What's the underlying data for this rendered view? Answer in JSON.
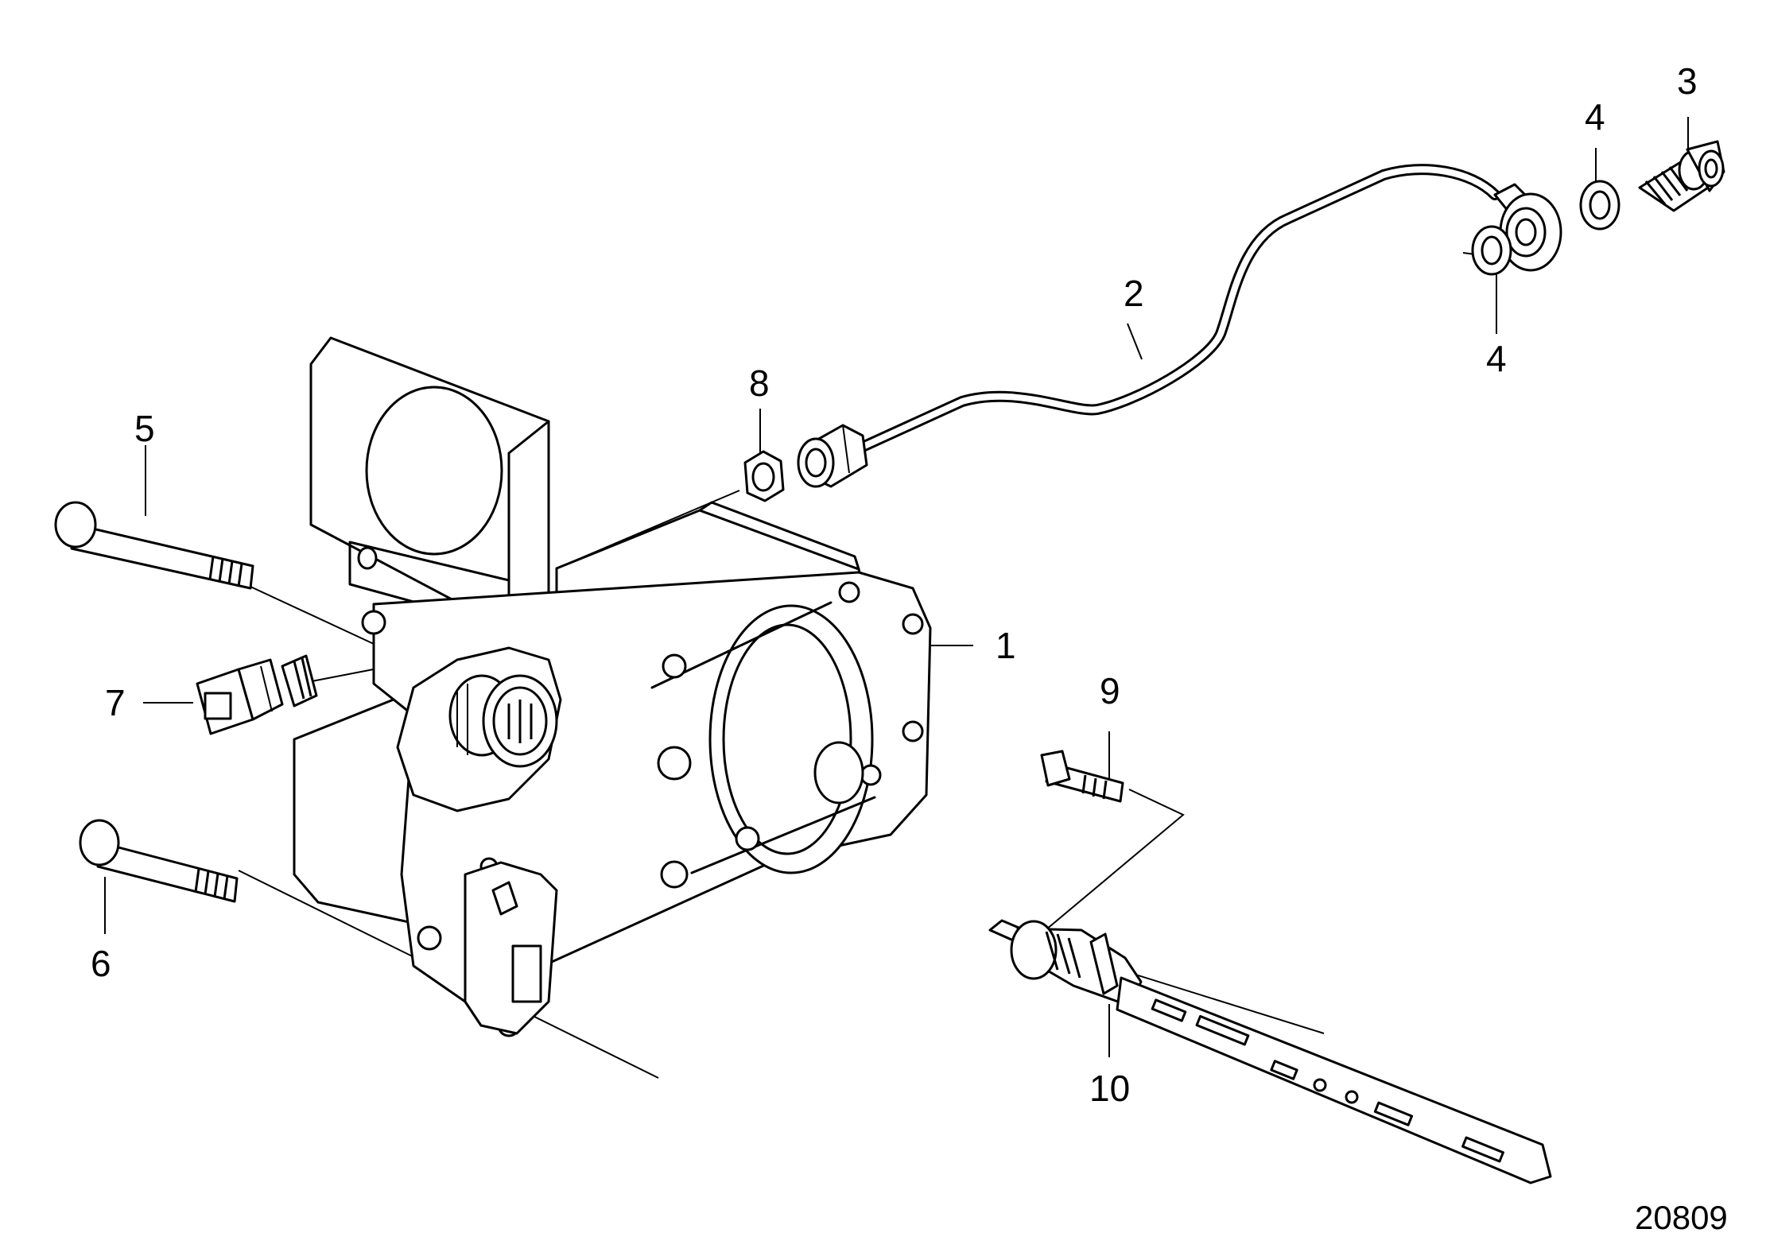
{
  "callouts": {
    "p1": "1",
    "p2": "2",
    "p3": "3",
    "p4a": "4",
    "p4b": "4",
    "p5": "5",
    "p6": "6",
    "p7": "7",
    "p8": "8",
    "p9": "9",
    "p10": "10"
  },
  "figure_code": "20809"
}
